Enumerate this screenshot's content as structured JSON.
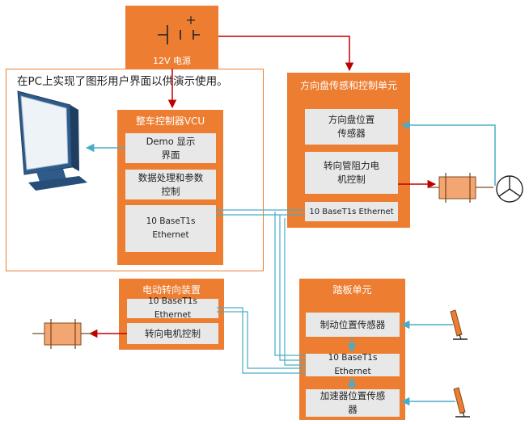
{
  "power": {
    "label": "12V 电源"
  },
  "note": {
    "text": "在PC上实现了图形用户界面以供演示使用。"
  },
  "vcu": {
    "title": "整车控制器VCU",
    "demo": "Demo 显示\n界面",
    "data": "数据处理和参数\n控制",
    "eth": "10 BaseT1s Ethernet"
  },
  "steering_unit": {
    "title": "方向盘传感和控制单元",
    "sensor": "方向盘位置\n传感器",
    "motor": "转向管阻力电\n机控制",
    "eth": "10 BaseT1s Ethernet"
  },
  "eps": {
    "title": "电动转向装置",
    "eth": "10 BaseT1s Ethernet",
    "motor": "转向电机控制"
  },
  "pedal": {
    "title": "踏板单元",
    "brake": "制动位置传感器",
    "eth": "10 BaseT1s Ethernet",
    "accel": "加速器位置传感\n器"
  },
  "colors": {
    "orange": "#ED7D31",
    "gray_box": "#E8E8E8",
    "blue_line": "#4BACC6",
    "red_arrow": "#C00000"
  }
}
